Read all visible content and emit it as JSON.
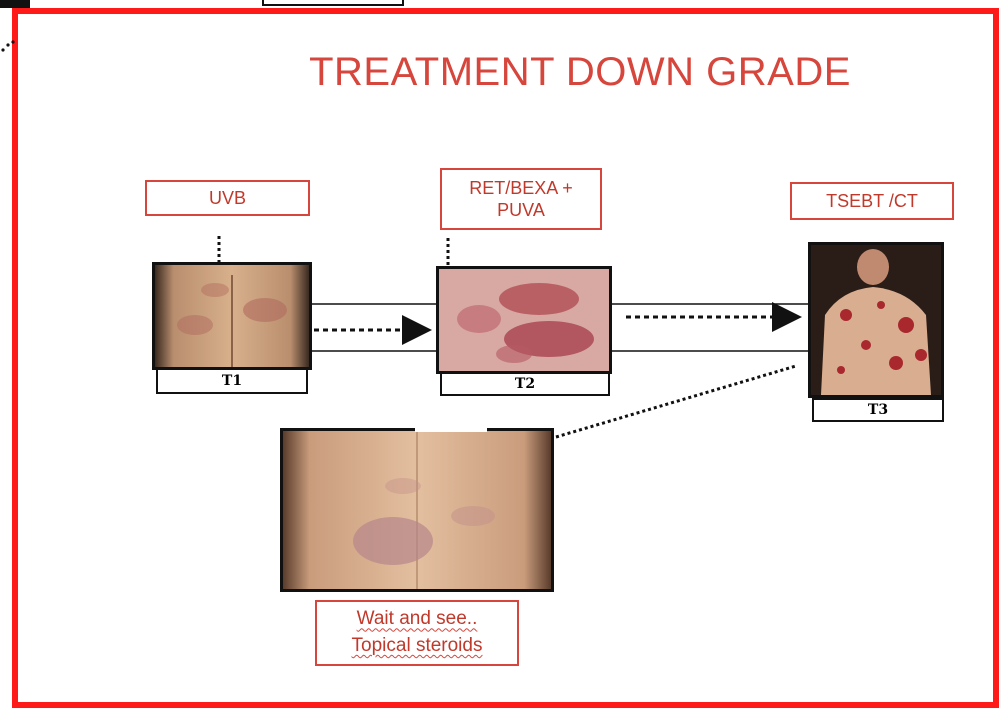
{
  "title": "TREATMENT DOWN GRADE",
  "treatments": {
    "t1": "UVB",
    "t2_line1": "RET/BEXA +",
    "t2_line2": "PUVA",
    "t3": "TSEBT /CT"
  },
  "stages": {
    "t1": "T1",
    "t2": "T2",
    "t3": "T3"
  },
  "bottom_box": {
    "line1": "Wait and see..",
    "line2": "Topical steroids"
  },
  "colors": {
    "frame": "#ff1a1a",
    "title": "#d6463c",
    "box_border": "#d6463c"
  }
}
